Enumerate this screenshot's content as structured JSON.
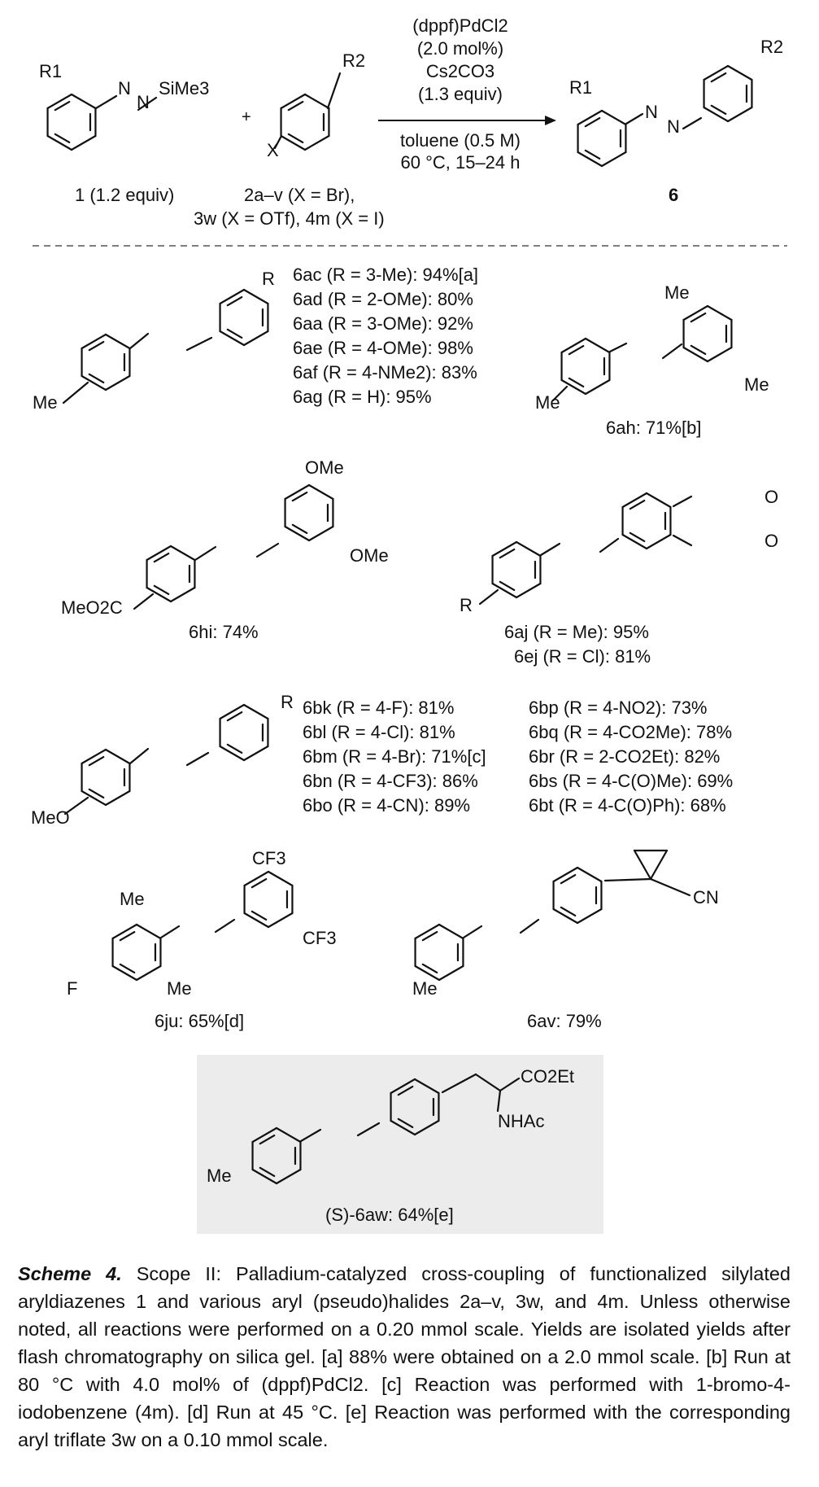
{
  "scheme": {
    "conditions": [
      "(dppf)PdCl2",
      "(2.0 mol%)",
      "Cs2CO3",
      "(1.3 equiv)",
      "toluene (0.5 M)",
      "60 °C, 15–24 h"
    ],
    "reagent1_label": "1 (1.2 equiv)",
    "reagent2_label_line1": "2a–v (X = Br),",
    "reagent2_label_line2": "3w (X = OTf), 4m (X = I)",
    "product_label": "6",
    "atoms": {
      "R1": "R1",
      "R2": "R2",
      "X": "X",
      "SiMe3": "SiMe3",
      "N": "N",
      "plus": "+"
    }
  },
  "entries": {
    "group1": [
      "6ac (R = 3-Me): 94%[a]",
      "6ad (R = 2-OMe): 80%",
      "6aa (R = 3-OMe): 92%",
      "6ae (R = 4-OMe): 98%",
      "6af (R = 4-NMe2): 83%",
      "6ag (R = H): 95%"
    ],
    "ah": "6ah: 71%[b]",
    "hi": "6hi: 74%",
    "aj": "6aj (R = Me): 95%",
    "ej": "6ej (R = Cl): 81%",
    "group_b_left": [
      "6bk (R = 4-F): 81%",
      "6bl (R = 4-Cl): 81%",
      "6bm (R = 4-Br): 71%[c]",
      "6bn (R = 4-CF3): 86%",
      "6bo (R = 4-CN): 89%"
    ],
    "group_b_right": [
      "6bp (R = 4-NO2): 73%",
      "6bq (R = 4-CO2Me): 78%",
      "6br (R = 2-CO2Et): 82%",
      "6bs (R = 4-C(O)Me): 69%",
      "6bt (R = 4-C(O)Ph): 68%"
    ],
    "ju": "6ju: 65%[d]",
    "av": "6av: 79%",
    "aw": "(S)-6aw: 64%[e]"
  },
  "substituents": {
    "Me": "Me",
    "R": "R",
    "OMe": "OMe",
    "MeO": "MeO",
    "MeO2C": "MeO2C",
    "O": "O",
    "F": "F",
    "CF3": "CF3",
    "CN": "CN",
    "CO2Et": "CO2Et",
    "NHAc": "NHAc"
  },
  "caption": {
    "label": "Scheme 4.",
    "text": "Scope II: Palladium-catalyzed cross-coupling of functionalized silylated aryldiazenes 1 and various aryl (pseudo)halides 2a–v, 3w, and 4m. Unless otherwise noted, all reactions were performed on a 0.20 mmol scale. Yields are isolated yields after flash chromatography on silica gel. [a] 88% were obtained on a 2.0 mmol scale. [b] Run at 80 °C with 4.0 mol% of (dppf)PdCl2. [c] Reaction was performed with 1-bromo-4-iodobenzene (4m). [d] Run at 45 °C. [e] Reaction was performed with the corresponding aryl triflate 3w on a 0.10 mmol scale."
  },
  "colors": {
    "ink": "#111111",
    "highlight_box": "#ececec",
    "dash": "#555555"
  }
}
